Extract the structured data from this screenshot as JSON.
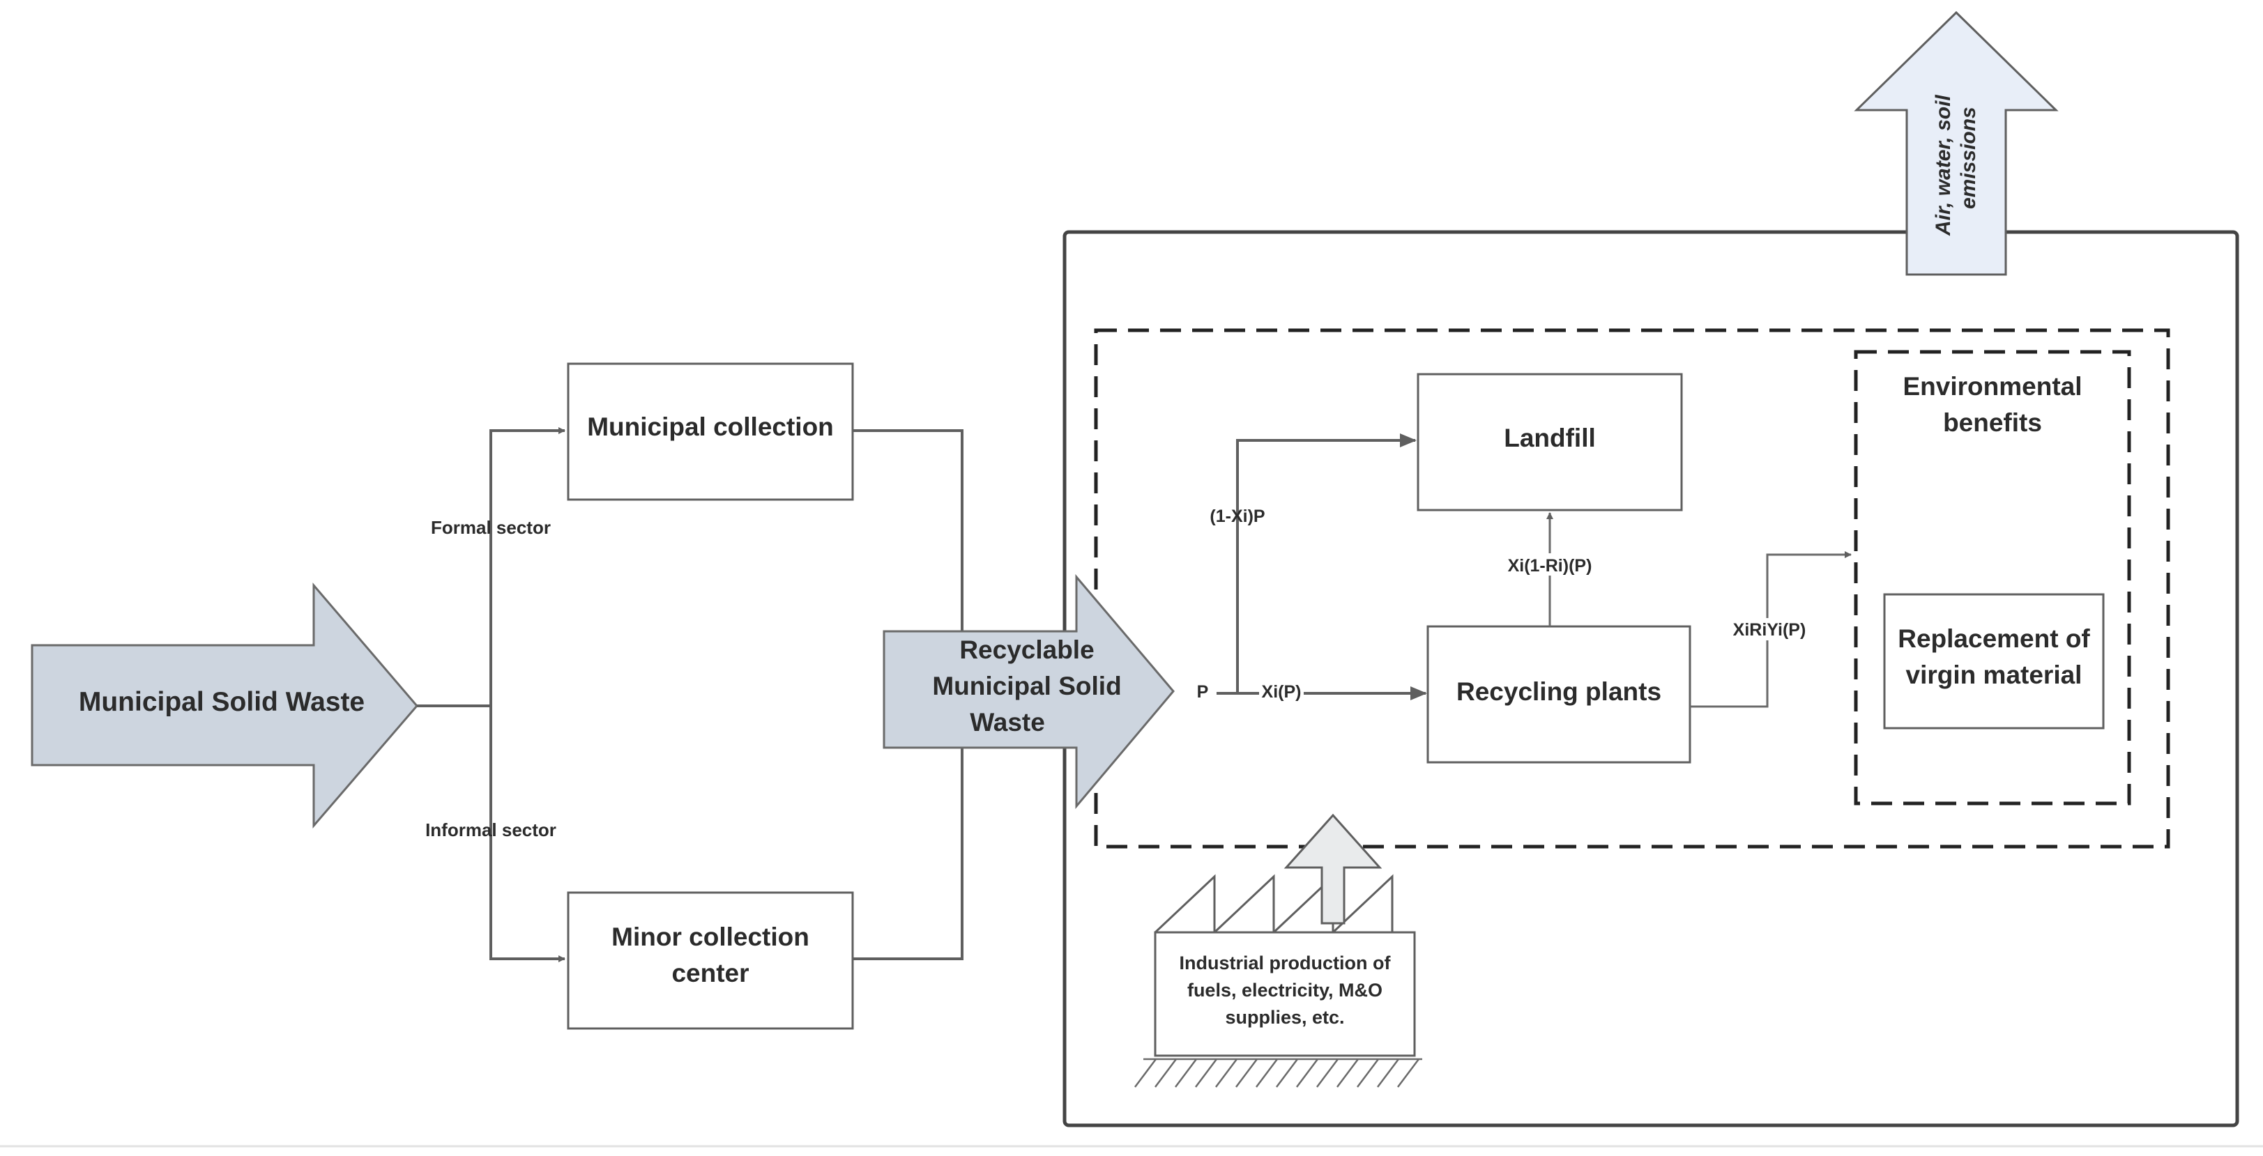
{
  "nodes": {
    "msw": "Municipal Solid Waste",
    "municipal_collection": "Municipal collection",
    "minor_collection": [
      "Minor collection",
      "center"
    ],
    "recyclable_msw": [
      "Recyclable",
      "Municipal Solid",
      "Waste"
    ],
    "landfill": "Landfill",
    "recycling_plants": "Recycling plants",
    "environmental_benefits": [
      "Environmental",
      "benefits"
    ],
    "replacement": [
      "Replacement of",
      "virgin material"
    ],
    "industrial": [
      "Industrial production of",
      "fuels, electricity, M&O",
      "supplies, etc."
    ],
    "emissions": [
      "Air, water, soil",
      "emissions"
    ]
  },
  "edge_labels": {
    "formal": "Formal sector",
    "informal": "Informal sector",
    "p": "P",
    "xi_p": "Xi(P)",
    "one_minus_xi_p": "(1-Xi)P",
    "xi_one_minus_ri_p": "Xi(1-Ri)(P)",
    "xiriyi_p": "XiRiYi(P)"
  },
  "colors": {
    "arrow_fill": "#cdd5df",
    "emission_fill": "#e8eef8",
    "factory_arrow_fill": "#e9ebec",
    "stroke": "#5f5f5f"
  }
}
